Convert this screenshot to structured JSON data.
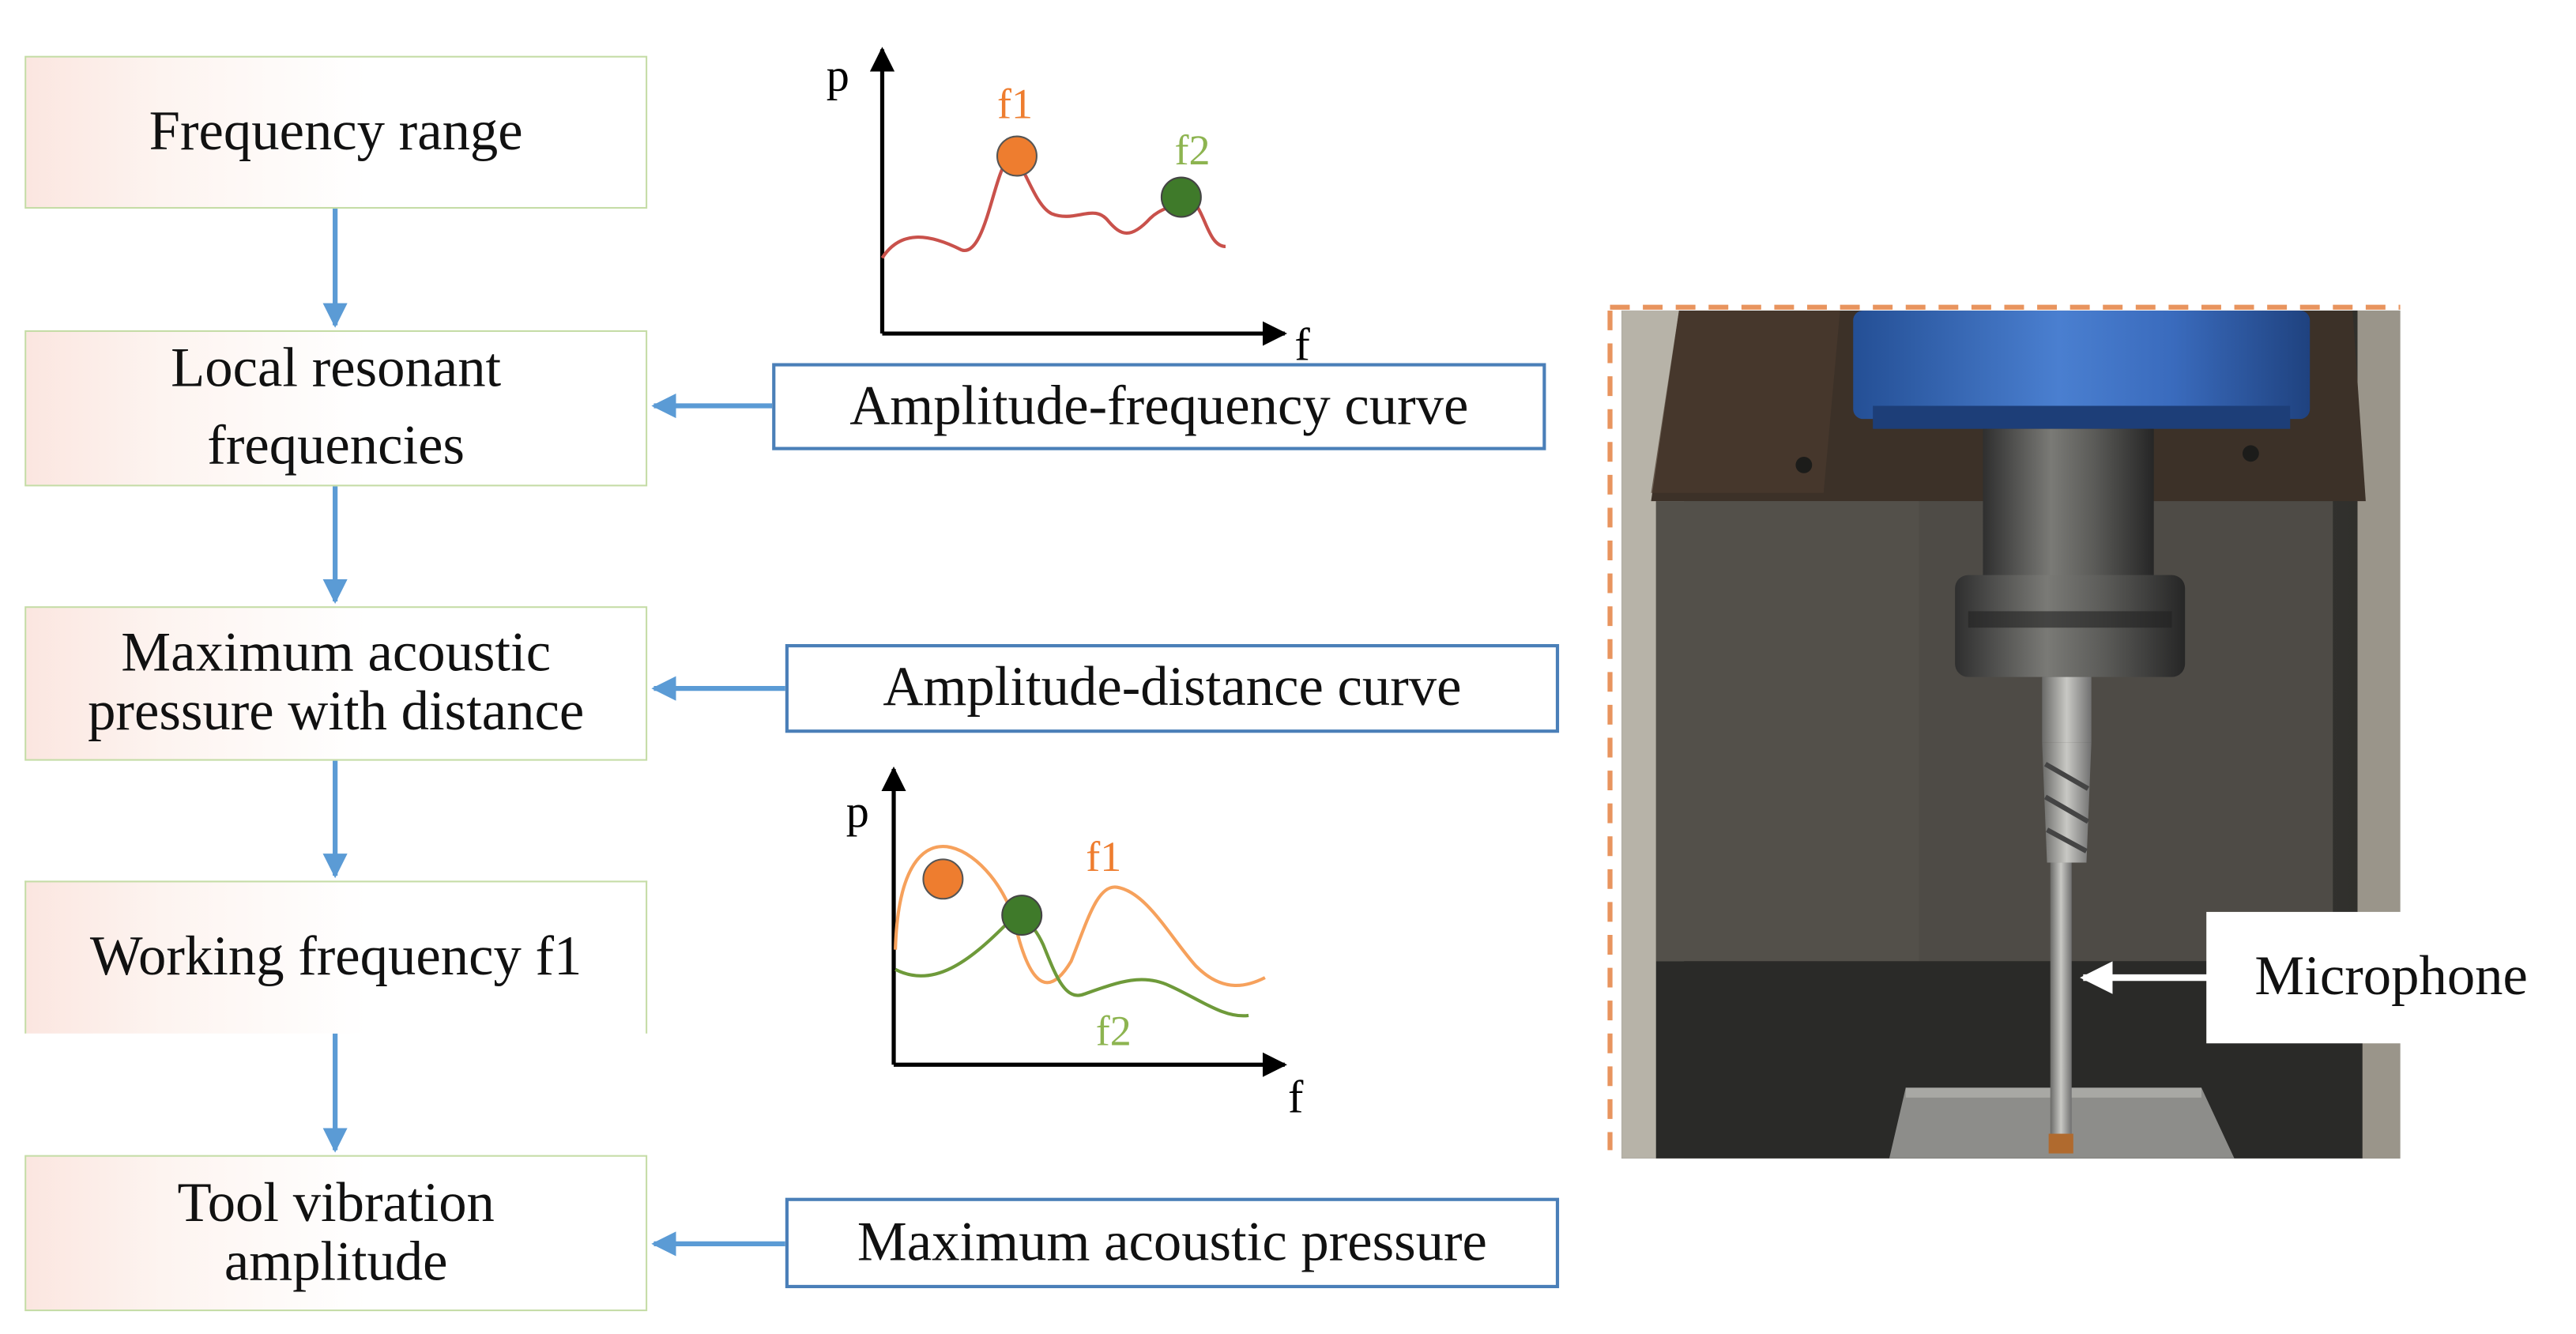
{
  "flow": {
    "step1": "Frequency range",
    "step2_line1": "Local resonant",
    "step2_line2": "frequencies",
    "step3_line1": "Maximum acoustic",
    "step3_line2": "pressure with distance",
    "step4": "Working frequency f1",
    "step5_line1": "Tool vibration",
    "step5_line2": "amplitude"
  },
  "inputs": {
    "amp_freq_curve": "Amplitude-frequency curve",
    "amp_dist_curve": "Amplitude-distance curve",
    "max_pressure": "Maximum acoustic pressure"
  },
  "plot_top": {
    "y_axis": "p",
    "x_axis": "f",
    "peak1": "f1",
    "peak2": "f2"
  },
  "plot_bottom": {
    "y_axis": "p",
    "x_axis": "f",
    "curve1": "f1",
    "curve2": "f2"
  },
  "photo": {
    "callout": "Microphone"
  },
  "colors": {
    "arrow": "#5b9bd5",
    "box_border": "#c5dca6",
    "input_border": "#4a7fb8",
    "f1": "#ee7d2f",
    "f2_label": "#8db450",
    "f2_dot": "#3f7a2a",
    "curve_top": "#c9514b",
    "dashed_border": "#e8945e"
  }
}
